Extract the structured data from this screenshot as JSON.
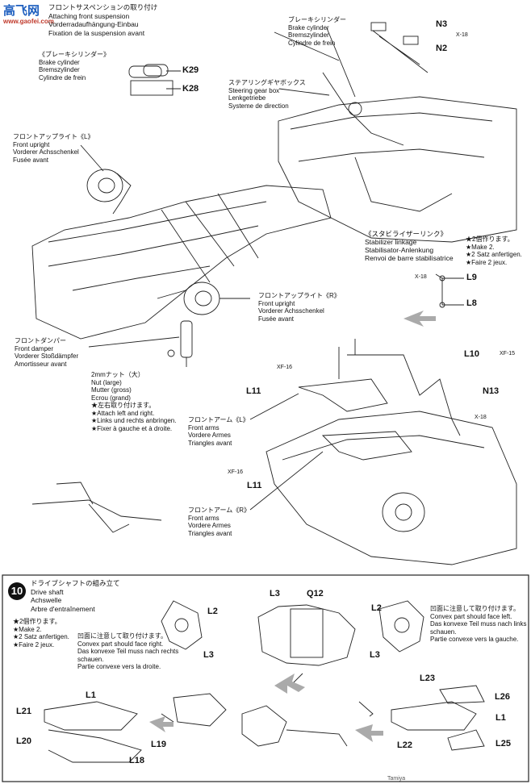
{
  "watermark": {
    "logo": "高飞网",
    "site": "www.gaofei.com"
  },
  "step9": {
    "title_lines": [
      "フロントサスペンションの取り付け",
      "Attaching front suspension",
      "Vorderradaufhängung-Einbau",
      "Fixation de la suspension avant"
    ]
  },
  "brake_cyl_left": {
    "lines": [
      "《ブレーキシリンダー》",
      "Brake cylinder",
      "Bremszylinder",
      "Cylindre de frein"
    ]
  },
  "brake_cyl_right": {
    "lines": [
      "ブレーキシリンダー",
      "Brake cylinder",
      "Bremszylinder",
      "Cylindre de frein"
    ]
  },
  "steering": {
    "lines": [
      "ステアリングギヤボックス",
      "Steering gear box",
      "Lenkgetriebe",
      "Systeme de direction"
    ]
  },
  "upright_l": {
    "lines": [
      "フロントアップライト《L》",
      "Front upright",
      "Vorderer Achsschenkel",
      "Fusée avant"
    ]
  },
  "upright_r": {
    "lines": [
      "フロントアップライト《R》",
      "Front upright",
      "Vorderer Achsschenkel",
      "Fusée avant"
    ]
  },
  "damper": {
    "lines": [
      "フロントダンパー",
      "Front damper",
      "Vorderer Stoßdämpfer",
      "Amortisseur avant"
    ]
  },
  "nut": {
    "lines": [
      "2mmナット（大）",
      "Nut (large)",
      "Mutter (gross)",
      "Ecrou (grand)"
    ]
  },
  "attach_lr": {
    "lines": [
      "★左右取り付けます。",
      "★Attach left and right.",
      "★Links und rechts anbringen.",
      "★Fixer à gauche et à droite."
    ]
  },
  "stabilizer": {
    "lines": [
      "《スタビライザーリンク》",
      "Stabilizer linkage",
      "Stabilisator-Anlenkung",
      "Renvoi de barre stabilisatrice"
    ]
  },
  "make2_a": {
    "lines": [
      "★2個作ります。",
      "★Make 2.",
      "★2 Satz anfertigen.",
      "★Faire 2 jeux."
    ]
  },
  "arm_l": {
    "lines": [
      "フロントアーム《L》",
      "Front arms",
      "Vordere Armes",
      "Triangles avant"
    ]
  },
  "arm_r": {
    "lines": [
      "フロントアーム《R》",
      "Front arms",
      "Vordere Armes",
      "Triangles avant"
    ]
  },
  "step10": {
    "number": "10",
    "title_lines": [
      "ドライブシャフトの組み立て",
      "Drive shaft",
      "Achswelle",
      "Arbre d'entraînement"
    ]
  },
  "make2_b": {
    "lines": [
      "★2個作ります。",
      "★Make 2.",
      "★2 Satz anfertigen.",
      "★Faire 2 jeux."
    ]
  },
  "convex_right": {
    "lines": [
      "凹面に注意して取り付けます。",
      "Convex part should face right.",
      "Das konvexe Teil muss nach rechts",
      "schauen.",
      "Partie convexe vers la droite."
    ]
  },
  "convex_left": {
    "lines": [
      "凹面に注意して取り付けます。",
      "Convex part should face left.",
      "Das konvexe Teil muss nach links",
      "schauen.",
      "Partie convexe vers la gauche."
    ]
  },
  "parts": {
    "k29": "K29",
    "k28": "K28",
    "n3": "N3",
    "n2": "N2",
    "x18": "X-18",
    "l9": "L9",
    "l8": "L8",
    "l10": "L10",
    "xf15": "XF-15",
    "n13": "N13",
    "l11": "L11",
    "xf16": "XF-16",
    "l3": "L3",
    "q12": "Q12",
    "l2": "L2",
    "l1": "L1",
    "l21": "L21",
    "l20": "L20",
    "l19": "L19",
    "l18": "L18",
    "l23": "L23",
    "l26": "L26",
    "l22": "L22",
    "l25": "L25"
  },
  "footer": "Tamiya"
}
